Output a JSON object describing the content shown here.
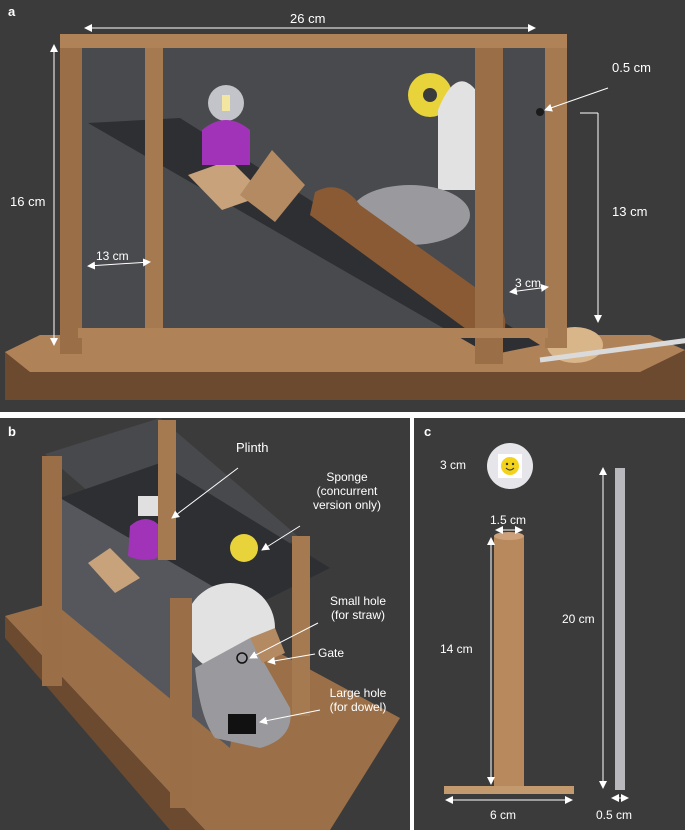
{
  "panels": {
    "a": {
      "letter": "a",
      "dims": {
        "width": "26 cm",
        "height": "16 cm",
        "depth": "13 cm",
        "hole_height": "13 cm",
        "hole_diameter": "0.5 cm",
        "gap": "3 cm"
      }
    },
    "b": {
      "letter": "b",
      "labels": {
        "plinth": "Plinth",
        "sponge_1": "Sponge",
        "sponge_2": "(concurrent",
        "sponge_3": "version only)",
        "small_hole_1": "Small hole",
        "small_hole_2": "(for straw)",
        "gate": "Gate",
        "large_hole_1": "Large hole",
        "large_hole_2": "(for dowel)"
      }
    },
    "c": {
      "letter": "c",
      "dims": {
        "ball": "3 cm",
        "dowel_diameter": "1.5 cm",
        "dowel_length": "14 cm",
        "base_width": "6 cm",
        "straw_length": "20 cm",
        "straw_diameter": "0.5 cm"
      }
    }
  },
  "colors": {
    "panel_bg": "#3b3b3b",
    "wood": "#a5784e",
    "slate": "#505257",
    "figure": "#a133b8",
    "sponge": "#e8d33a",
    "gate": "#e2e2e2"
  }
}
